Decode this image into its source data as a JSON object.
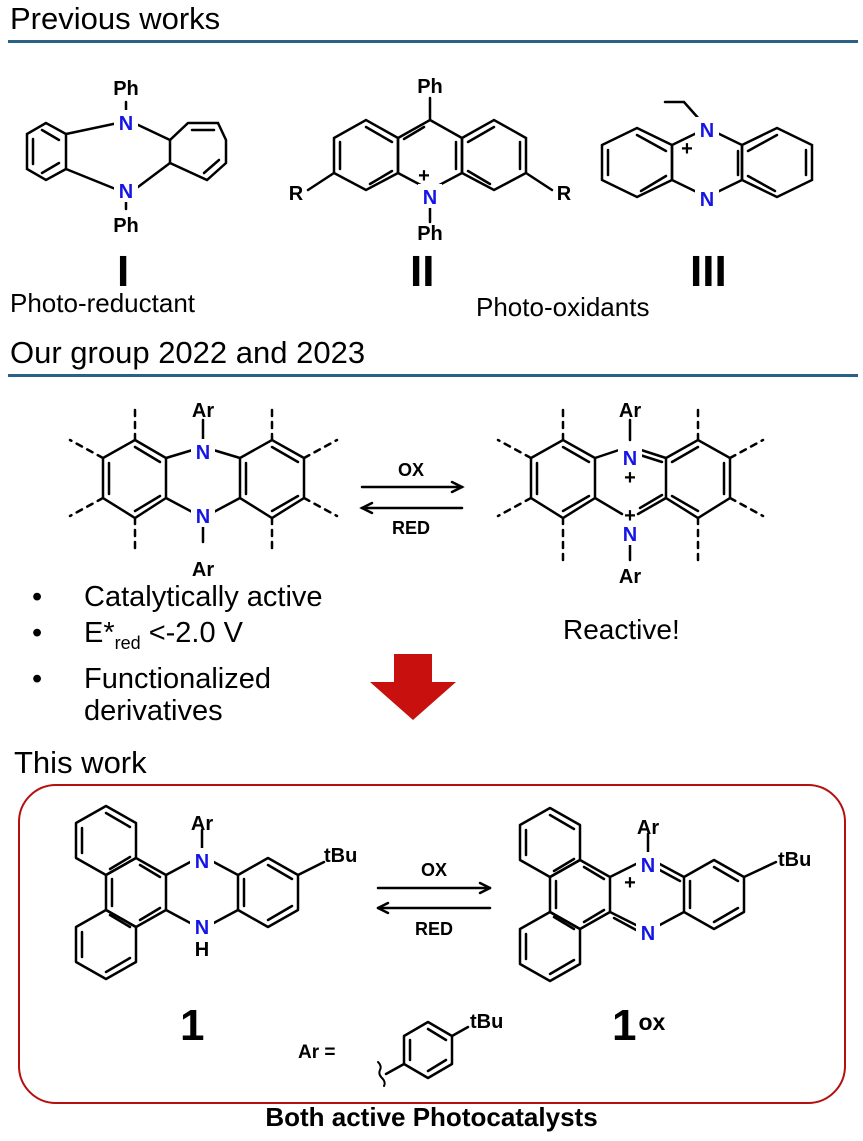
{
  "sections": {
    "previous": {
      "title": "Previous works",
      "labels": [
        "I",
        "II",
        "III"
      ],
      "photo_reductant": "Photo-reductant",
      "photo_oxidants": "Photo-oxidants"
    },
    "group": {
      "title": "Our group 2022 and 2023",
      "arrow_ox": "OX",
      "arrow_red": "RED",
      "bullets": [
        {
          "text": "Catalytically active"
        },
        {
          "pre": "E*",
          "sub": "red",
          "post": " <-2.0 V"
        },
        {
          "text": "Functionalized derivatives"
        }
      ],
      "reactive": "Reactive!"
    },
    "this_work": {
      "title": "This work",
      "arrow_ox": "OX",
      "arrow_red": "RED",
      "compound_1": "1",
      "compound_1ox_main": "1",
      "compound_1ox_sup": "ox",
      "ar_def_label": "Ar =",
      "footer": "Both active Photocatalysts"
    }
  },
  "atoms": {
    "N": "N",
    "H": "H",
    "Ph": "Ph",
    "R": "R",
    "Ar": "Ar",
    "tBu": "tBu",
    "plus": "+"
  },
  "colors": {
    "nitrogen": "#1515e6",
    "rule": "#2a6187",
    "frame": "#b50f0f",
    "down_arrow": "#c8110f"
  },
  "icons": {
    "down_arrow": "big-down-arrow-icon",
    "equilibrium": "equilibrium-arrows-icon"
  }
}
